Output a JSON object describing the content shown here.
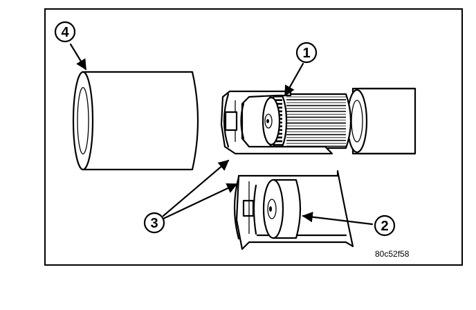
{
  "diagram": {
    "callouts": [
      {
        "id": "1",
        "label": "1"
      },
      {
        "id": "2",
        "label": "2"
      },
      {
        "id": "3",
        "label": "3"
      },
      {
        "id": "4",
        "label": "4"
      }
    ],
    "figure_code": "80c52f58"
  }
}
